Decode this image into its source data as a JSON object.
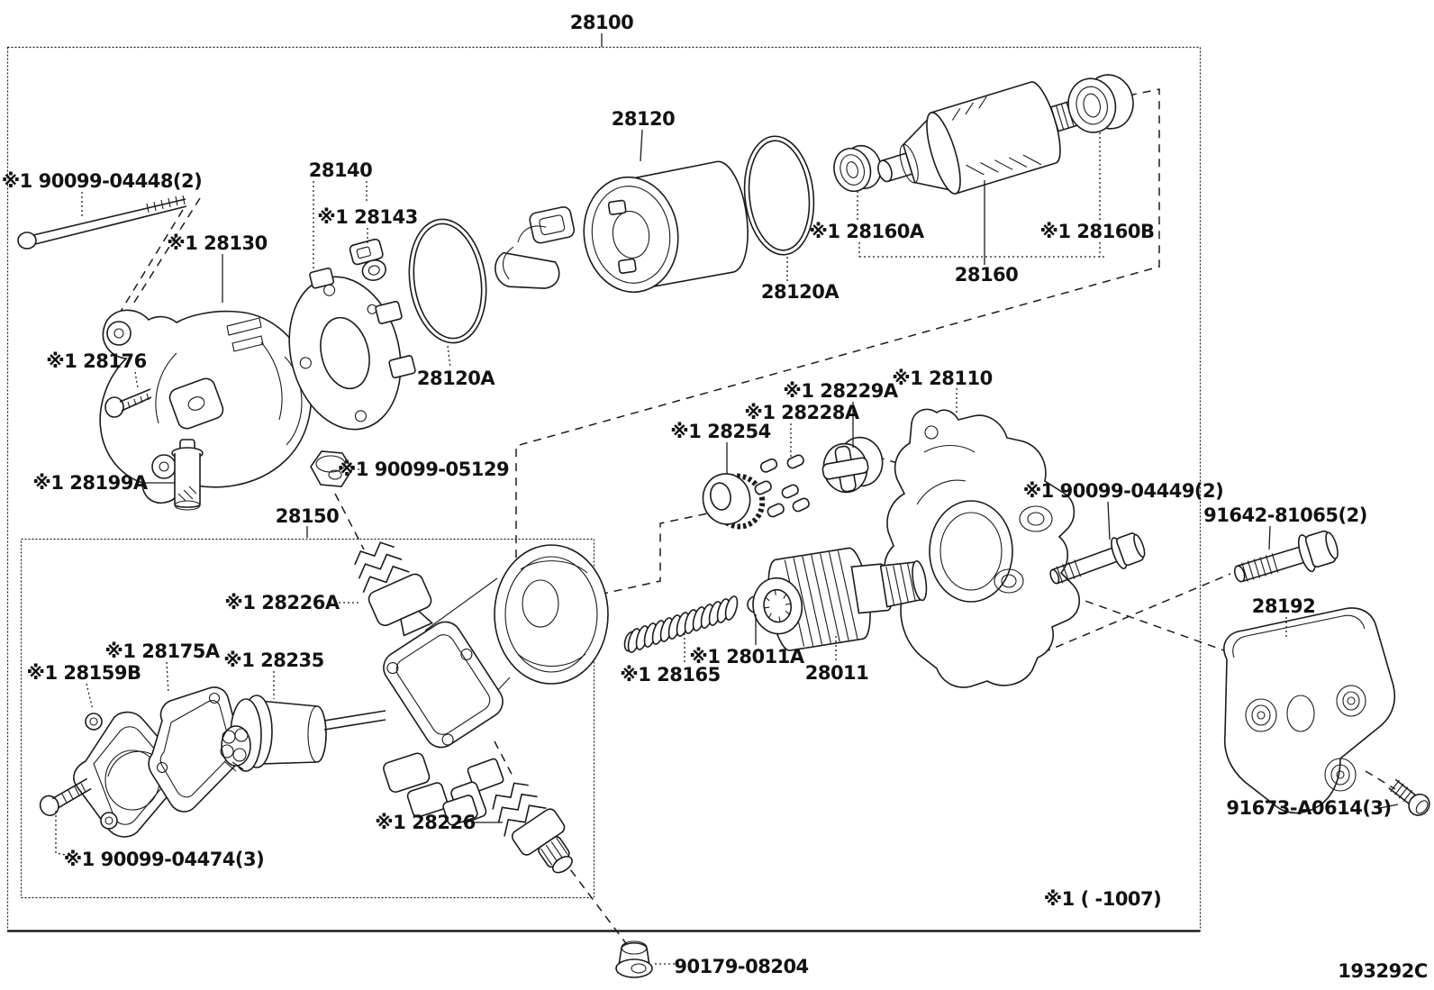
{
  "meta": {
    "figure_code": "193292C",
    "footnote": "※1 (      -1007)"
  },
  "labels": [
    {
      "id": "28100",
      "text": "28100"
    },
    {
      "id": "90099-04448",
      "text": "※1 90099-04448(2)"
    },
    {
      "id": "28140",
      "text": "28140"
    },
    {
      "id": "28143",
      "text": "※1 28143"
    },
    {
      "id": "28130",
      "text": "※1 28130"
    },
    {
      "id": "28176",
      "text": "※1 28176"
    },
    {
      "id": "28199A",
      "text": "※1 28199A"
    },
    {
      "id": "90099-05129",
      "text": "※1 90099-05129"
    },
    {
      "id": "28150",
      "text": "28150"
    },
    {
      "id": "28120",
      "text": "28120"
    },
    {
      "id": "28120A-front",
      "text": "28120A"
    },
    {
      "id": "28120A-rear",
      "text": "28120A"
    },
    {
      "id": "28160A",
      "text": "※1 28160A"
    },
    {
      "id": "28160B",
      "text": "※1 28160B"
    },
    {
      "id": "28160",
      "text": "28160"
    },
    {
      "id": "28110",
      "text": "※1 28110"
    },
    {
      "id": "28229A",
      "text": "※1 28229A"
    },
    {
      "id": "28228A",
      "text": "※1 28228A"
    },
    {
      "id": "28254",
      "text": "※1 28254"
    },
    {
      "id": "90099-04449",
      "text": "※1 90099-04449(2)"
    },
    {
      "id": "91642-81065",
      "text": "91642-81065(2)"
    },
    {
      "id": "28192",
      "text": "28192"
    },
    {
      "id": "28226A",
      "text": "※1 28226A"
    },
    {
      "id": "28175A",
      "text": "※1 28175A"
    },
    {
      "id": "28159B",
      "text": "※1 28159B"
    },
    {
      "id": "28235",
      "text": "※1 28235"
    },
    {
      "id": "28226",
      "text": "※1 28226"
    },
    {
      "id": "90099-04474",
      "text": "※1 90099-04474(3)"
    },
    {
      "id": "28165",
      "text": "※1 28165"
    },
    {
      "id": "28011A",
      "text": "※1 28011A"
    },
    {
      "id": "28011",
      "text": "28011"
    },
    {
      "id": "91673-A0614",
      "text": "91673-A0614(3)"
    },
    {
      "id": "90179-08204",
      "text": "90179-08204"
    },
    {
      "id": "footnote",
      "text": "※1 (      -1007)"
    },
    {
      "id": "figure-code",
      "text": "193292C"
    }
  ]
}
